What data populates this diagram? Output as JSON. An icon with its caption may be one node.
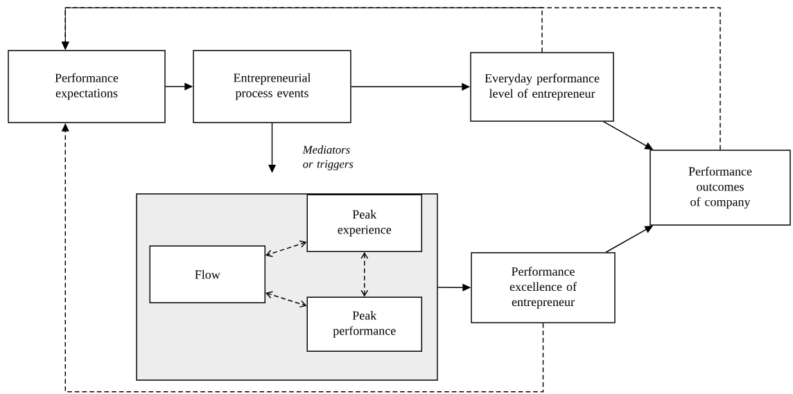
{
  "diagram": {
    "nodes": [
      {
        "text": [
          "Performance expectations"
        ]
      },
      {
        "text": [
          "Entrepreneurial process events"
        ]
      },
      {
        "text": [
          "Everyday performance level of entrepreneur"
        ]
      },
      {
        "text": [
          "Performance outcomes of company"
        ]
      },
      {
        "text": [],
        "shape": "box"
      },
      {
        "text": [
          "Peak experience"
        ],
        "in": 4
      },
      {
        "text": [
          "Flow"
        ],
        "in": 4
      },
      {
        "text": [
          "Peak performance"
        ],
        "in": 4
      },
      {
        "text": [
          "Performance excellence of entrepreneur"
        ]
      }
    ],
    "edges": [
      {
        "from": 0,
        "to": 1,
        "arrow": "to"
      },
      {
        "from": 1,
        "to": 2,
        "arrow": "to"
      },
      {
        "from": 1,
        "to": 4,
        "arrow": "to",
        "label": "Mediators or triggers"
      },
      {
        "from": 2,
        "to": 3,
        "arrow": "to"
      },
      {
        "from": 4,
        "to": 8,
        "arrow": "to"
      },
      {
        "from": 8,
        "to": 3,
        "arrow": "to"
      },
      {
        "from": 5,
        "to": 6,
        "arrow": "both",
        "style": "dashed"
      },
      {
        "from": 6,
        "to": 7,
        "arrow": "both",
        "style": "dashed"
      },
      {
        "from": 5,
        "to": 7,
        "arrow": "both",
        "style": "dashed"
      },
      {
        "from": 2,
        "to": 0,
        "arrow": "to",
        "style": "dashed"
      },
      {
        "from": 3,
        "to": 0,
        "arrow": "to",
        "style": "dashed"
      },
      {
        "from": 8,
        "to": 0,
        "arrow": "to",
        "style": "dashed"
      }
    ]
  }
}
